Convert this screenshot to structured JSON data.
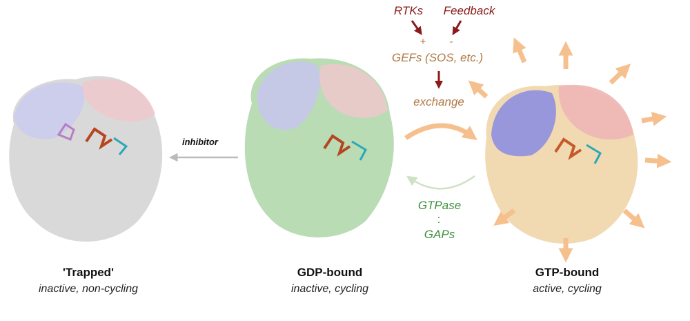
{
  "states": [
    {
      "title": "'Trapped'",
      "subtitle": "inactive, non-cycling"
    },
    {
      "title": "GDP-bound",
      "subtitle": "inactive, cycling"
    },
    {
      "title": "GTP-bound",
      "subtitle": "active, cycling"
    }
  ],
  "regulators": {
    "rtks": "RTKs",
    "feedback": "Feedback",
    "plus": "+",
    "minus": "-",
    "gefs": "GEFs (SOS, etc.)",
    "exchange": "exchange",
    "gtpase": "GTPase",
    "separator": ":",
    "gaps": "GAPs",
    "inhibitor": "inhibitor"
  },
  "colors": {
    "regulator_red": "#8b1a1a",
    "gef_orange": "#b07a45",
    "exchange_arrow": "#f5c08e",
    "gap_green": "#3d8f3d",
    "trapped_protein": "#d9d9d9",
    "gdp_protein": "#b9dcb4",
    "gtp_protein": "#f1d9b2",
    "switch1_blue": "#b8b8ec",
    "switch2_pink": "#eec4c8"
  }
}
